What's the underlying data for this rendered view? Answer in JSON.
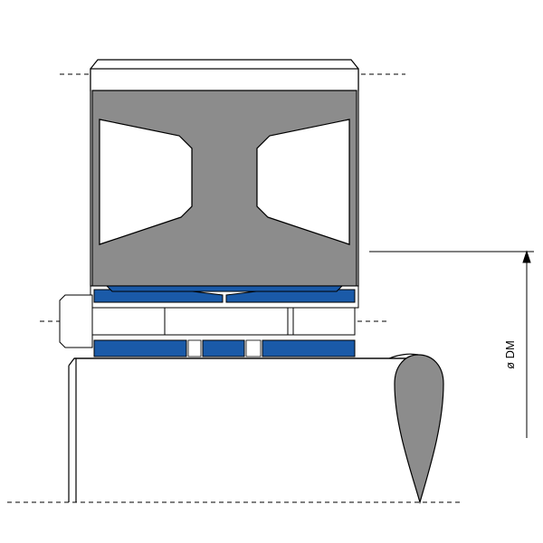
{
  "diagram": {
    "dimension_label": "ø DM",
    "colors": {
      "background": "#ffffff",
      "line": "#000000",
      "hub_gray": "#8c8c8c",
      "ring_blue": "#1a5aa8",
      "bolt_fill": "#ffffff",
      "shaft_fill": "#ffffff",
      "drop_fill": "#8c8c8c"
    },
    "elements": {
      "hub": "hub-profile",
      "tapered_rings": "tapered-clamping-rings",
      "bolt": "clamping-screw",
      "shaft": "shaft",
      "cross_section_marker": "shaft-section-marker",
      "dimension": "diameter-dimension"
    }
  }
}
